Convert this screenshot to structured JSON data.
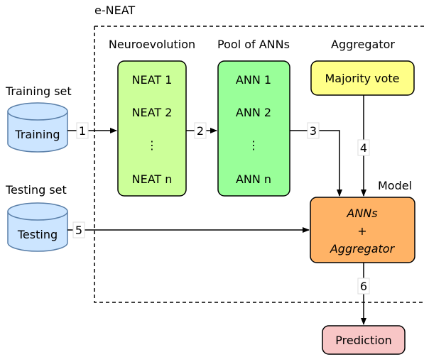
{
  "title": "e-NEAT",
  "columns": {
    "neuroevolution": "Neuroevolution",
    "pool": "Pool of ANNs",
    "aggregator": "Aggregator"
  },
  "training": {
    "caption": "Training set",
    "label": "Training"
  },
  "testing": {
    "caption": "Testing set",
    "label": "Testing"
  },
  "neat_items": [
    "NEAT 1",
    "NEAT 2",
    "⋮",
    "NEAT n"
  ],
  "ann_items": [
    "ANN 1",
    "ANN 2",
    "⋮",
    "ANN n"
  ],
  "aggregator_box": "Majority vote",
  "model": {
    "caption": "Model",
    "lines": [
      "ANNs",
      "+",
      "Aggregator"
    ]
  },
  "prediction": "Prediction",
  "steps": [
    "1",
    "2",
    "3",
    "4",
    "5",
    "6"
  ],
  "colors": {
    "neat_fill": "#ccff99",
    "ann_fill": "#99ff99",
    "aggregator_fill": "#ffff88",
    "model_fill": "#ffb366",
    "prediction_fill": "#f8c6c6",
    "db_fill": "#cce5ff",
    "db_stroke": "#5a7fa8"
  }
}
